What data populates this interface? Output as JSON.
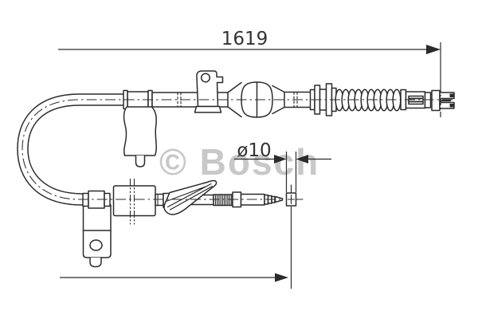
{
  "drawing": {
    "watermark": "© Bosch",
    "dimensions": {
      "overall_length": "1619",
      "end_fitting_diameter": "ø10"
    },
    "colors": {
      "line": "#2b2b2b",
      "text": "#333333",
      "watermark": "#c8c8c8",
      "background": "#ffffff"
    }
  }
}
